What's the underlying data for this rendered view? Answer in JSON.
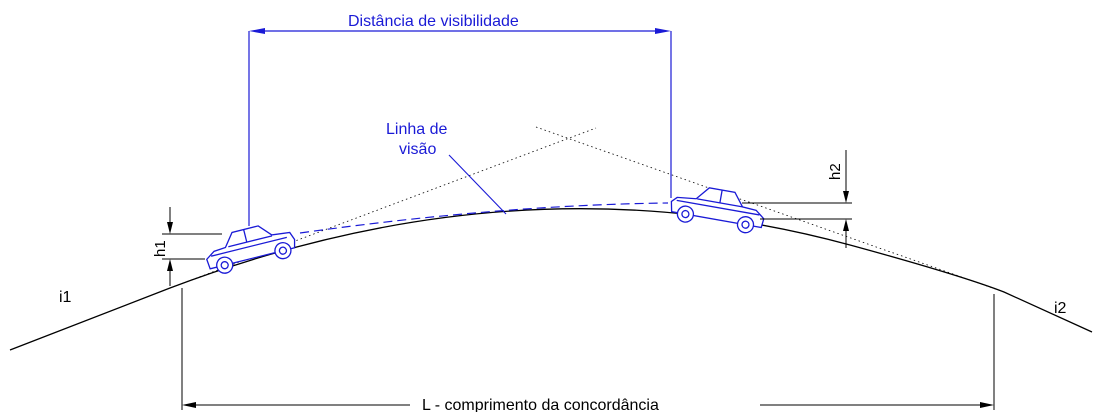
{
  "labels": {
    "sight_distance": "Distância de visibilidade",
    "sight_line_line1": "Linha de",
    "sight_line_line2": "visão",
    "h1": "h1",
    "h2": "h2",
    "i1": "i1",
    "i2": "i2",
    "curve_length": "L - comprimento da concordância"
  },
  "colors": {
    "blue": "#1a1ad6",
    "black": "#000000",
    "background": "#ffffff"
  }
}
